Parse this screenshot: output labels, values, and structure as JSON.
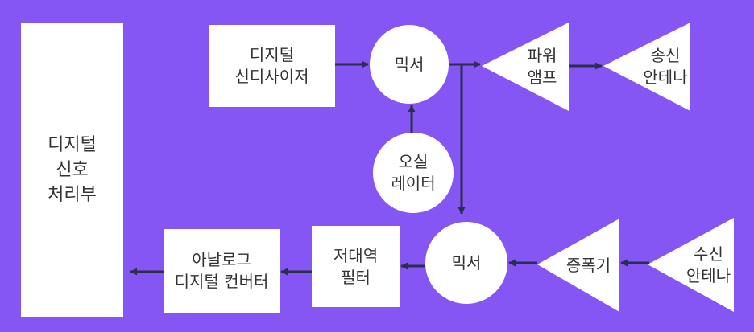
{
  "colors": {
    "background": "#8656f5",
    "shape_fill": "#ffffff",
    "connector": "#2b2f4a",
    "text": "#333333"
  },
  "diagram": {
    "dsp": "디지털\n신호\n처리부",
    "synthesizer": "디지털\n신디사이저",
    "mixer_tx": "믹서",
    "oscillator": "오실\n레이터",
    "power_amp": "파워\n앰프",
    "tx_antenna": "송신\n안테나",
    "rx_antenna": "수신\n안테나",
    "amplifier": "증폭기",
    "mixer_rx": "믹서",
    "lowpass_filter": "저대역\n필터",
    "adc": "아날로그\n디지털 컨버터"
  }
}
